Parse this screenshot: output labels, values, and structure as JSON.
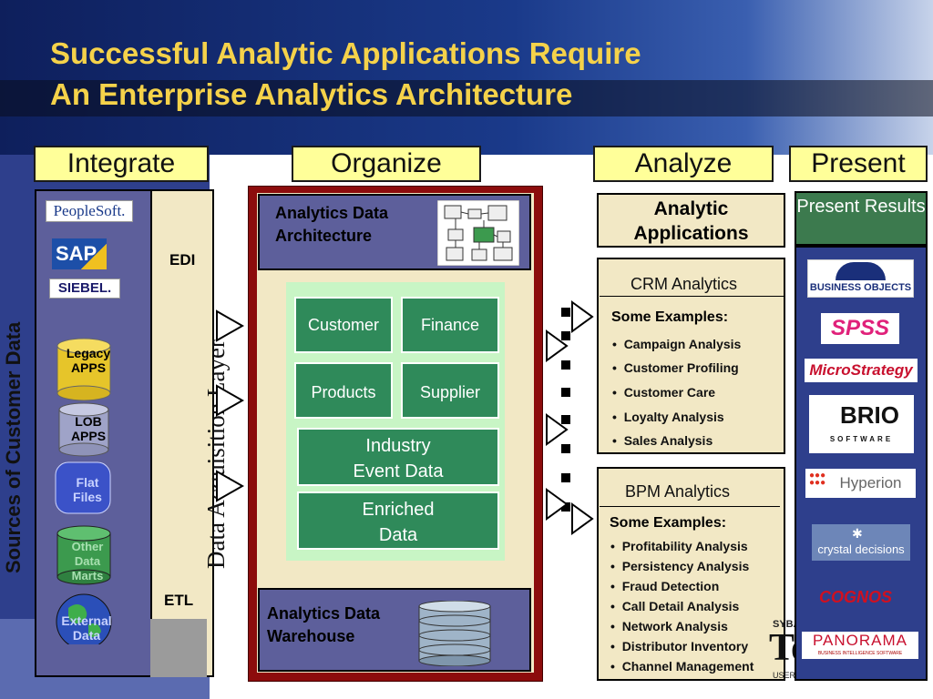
{
  "title": {
    "line1": "Successful Analytic Applications Require",
    "line2": "An Enterprise Analytics Architecture"
  },
  "headers": {
    "integrate": "Integrate",
    "organize": "Organize",
    "analyze": "Analyze",
    "present": "Present"
  },
  "sources": {
    "side_label": "Sources of Customer Data",
    "logos": [
      "PeopleSoft.",
      "SAP",
      "SIEBEL."
    ],
    "cylinders": [
      {
        "label": "Legacy APPS",
        "color": "#e6c52a"
      },
      {
        "label": "LOB APPS",
        "color": "#9fa3c8"
      },
      {
        "label": "Flat Files",
        "color": "#3b52c8"
      },
      {
        "label": "Other Data Marts",
        "color": "#3c9a4e"
      },
      {
        "label": "External Data",
        "color": "#2b4fb8"
      }
    ]
  },
  "etl": {
    "edi": "EDI",
    "vertical": "Data  Acquisition Layer",
    "etl": "ETL"
  },
  "organize": {
    "architecture_label": "Analytics Data Architecture",
    "cells": [
      "Customer",
      "Finance",
      "Products",
      "Supplier"
    ],
    "industry_event": "Industry Event Data",
    "enriched": "Enriched Data",
    "warehouse_label": "Analytics Data Warehouse"
  },
  "analyze": {
    "apps_title": "Analytic Applications",
    "crm": {
      "title": "CRM Analytics",
      "examples_label": "Some Examples:",
      "items": [
        "Campaign Analysis",
        "Customer Profiling",
        "Customer Care",
        "Loyalty Analysis",
        "Sales Analysis"
      ]
    },
    "bpm": {
      "title": "BPM Analytics",
      "examples_label": "Some Examples:",
      "items": [
        "Profitability Analysis",
        "Persistency Analysis",
        "Fraud Detection",
        "Call Detail Analysis",
        "Network Analysis",
        "Distributor Inventory",
        "Channel  Management"
      ]
    }
  },
  "present": {
    "title": "Present Results",
    "vendors": [
      "BUSINESS OBJECTS",
      "SPSS",
      "MicroStrategy",
      "BRIO",
      "Hyperion",
      "crystal decisions",
      "COGNOS",
      "PANORAMA"
    ],
    "brio_sub": "SOFTWARE",
    "panorama_sub": "BUSINESS INTELLIGENCE SOFTWARE"
  },
  "sybase": {
    "top": "SYBA",
    "big": "Te",
    "sub": "USER T"
  }
}
